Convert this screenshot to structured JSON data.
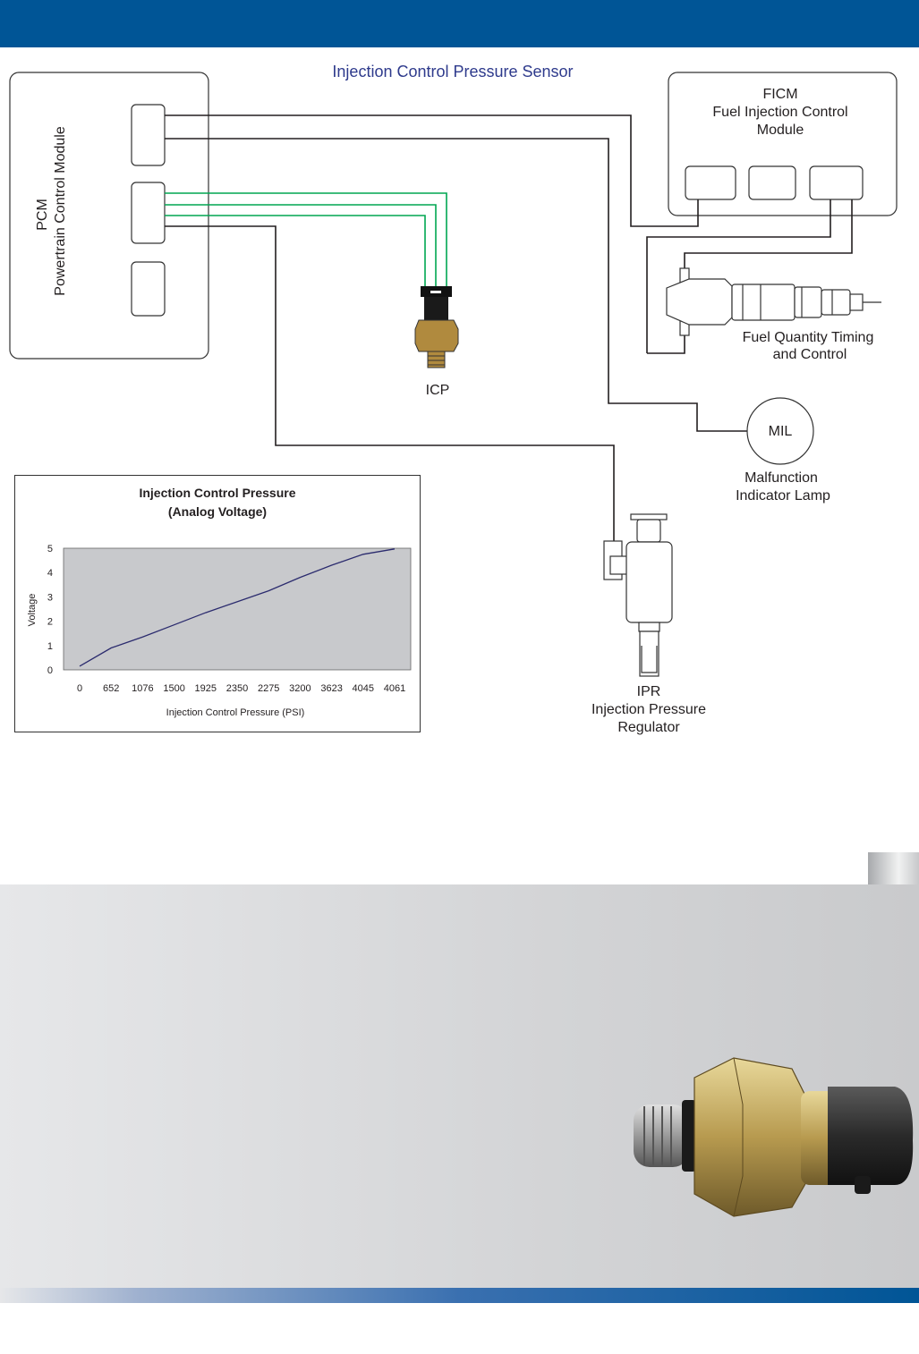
{
  "diagram": {
    "title": "Injection Control Pressure Sensor",
    "pcm": {
      "line1": "PCM",
      "line2": "Powertrain Control Module"
    },
    "ficm": {
      "line1": "FICM",
      "line2": "Fuel Injection Control",
      "line3": "Module"
    },
    "icp_label": "ICP",
    "fqtc": {
      "line1": "Fuel Quantity Timing",
      "line2": "and Control"
    },
    "mil": {
      "circle_label": "MIL",
      "line1": "Malfunction",
      "line2": "Indicator Lamp"
    },
    "ipr": {
      "line1": "IPR",
      "line2": "Injection Pressure",
      "line3": "Regulator"
    },
    "colors": {
      "header": "#005596",
      "wire": "#231f20",
      "signal_wire": "#00a651",
      "brass": "#b08a3e",
      "plot_bg": "#c8c9cc",
      "line": "#2b2b6e"
    }
  },
  "chart_data": {
    "type": "line",
    "title": "Injection Control Pressure",
    "subtitle": "(Analog Voltage)",
    "xlabel": "Injection Control Pressure (PSI)",
    "ylabel": "Voltage",
    "categories": [
      "0",
      "652",
      "1076",
      "1500",
      "1925",
      "2350",
      "2275",
      "3200",
      "3623",
      "4045",
      "4061"
    ],
    "values": [
      0.15,
      0.9,
      1.35,
      1.85,
      2.35,
      2.8,
      3.25,
      3.8,
      4.3,
      4.75,
      4.97
    ],
    "yticks": [
      0,
      1,
      2,
      3,
      4,
      5
    ],
    "ylim": [
      0,
      5
    ],
    "grid": false
  }
}
